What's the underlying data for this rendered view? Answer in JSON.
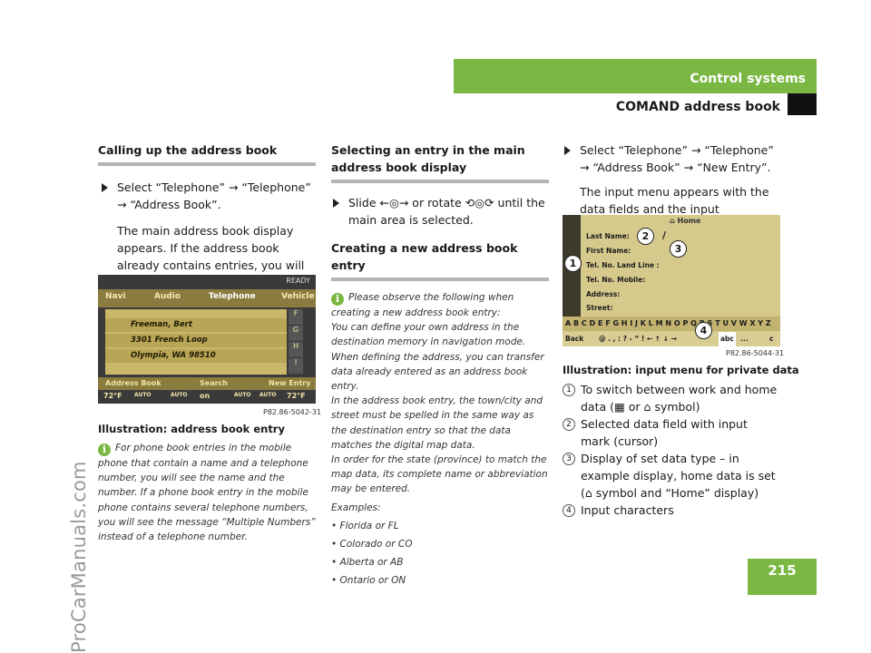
{
  "watermark": "ProCarManuals.com",
  "header": {
    "section": "Control systems",
    "title": "COMAND address book",
    "page": "215"
  },
  "col1": {
    "heading": "Calling up the address book",
    "step": "Select “Telephone” → “Telephone” → “Address Book”.",
    "para": "The main address book display appears. If the address book already contains entries, you will see the data of an entry.",
    "screen": {
      "tabs": [
        "Navi",
        "Audio",
        "Telephone",
        "Vehicle"
      ],
      "entries": [
        "Freeman, Bert",
        "3301 French Loop",
        "Olympia, WA 98510"
      ],
      "side_letters": [
        "F",
        "G",
        "H",
        "I"
      ],
      "bottom": [
        "Address Book",
        "Search",
        "New Entry"
      ],
      "status": [
        "72°F",
        "AUTO",
        "AUTO",
        "on",
        "AUTO",
        "AUTO",
        "72°F"
      ],
      "ready": "READY"
    },
    "fig_id": "P82.86-5042-31",
    "caption": "Illustration: address book entry",
    "info": "For phone book entries in the mobile phone that contain a name and a telephone number, you will see the name and the number. If a phone book entry in the mobile phone contains several telephone numbers, you will see the message “Multiple Numbers” instead of a telephone number."
  },
  "col2": {
    "heading": "Selecting an entry in the main address book display",
    "step": "Slide ←◎→ or rotate ⟲◎⟳ until the main area is selected.",
    "heading2": "Creating a new address book entry",
    "info_lines": [
      "Please observe the following when creating a new address book entry:",
      "You can define your own address in the destination memory in navigation mode. When defining the address, you can transfer data already entered as an address book entry.",
      "In the address book entry, the town/city and street must be spelled in the same way as the destination entry so that the data matches the digital map data.",
      "In order for the state (province) to match the map data, its complete name or abbreviation may be entered."
    ],
    "examples_label": "Examples:",
    "examples": [
      "Florida or FL",
      "Colorado or CO",
      "Alberta or AB",
      "Ontario or ON"
    ]
  },
  "col3": {
    "step": "Select “Telephone” → “Telephone” → “Address Book” → “New Entry”.",
    "para": "The input menu appears with the data fields and the input characters.",
    "screen": {
      "home": "Home",
      "fields": [
        "Last Name:",
        "First Name:",
        "Tel. No. Land Line :",
        "Tel. No. Mobile:",
        "Address:",
        "Street:"
      ],
      "chars": "A B C D E F G H I J K L M N O P Q R S T U V W X Y Z",
      "bottom": [
        "Back",
        "@ . , : ? - “ ! ← ↑ ↓ →",
        "abc",
        "...",
        "c"
      ],
      "cursor": "/"
    },
    "fig_id": "P82.86-5044-31",
    "caption": "Illustration: input menu for private data",
    "legend": [
      "To switch between work and home data (▦ or ⌂ symbol)",
      "Selected data field with input mark (cursor)",
      "Display of set data type – in example display, home data is set (⌂ symbol and “Home” display)",
      "Input characters"
    ]
  }
}
